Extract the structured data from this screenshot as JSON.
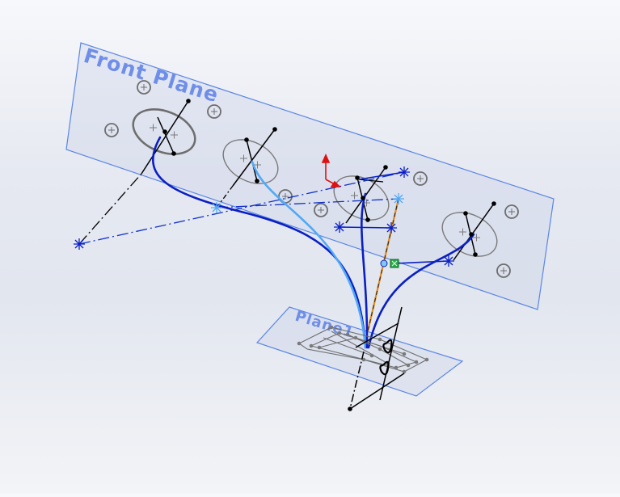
{
  "viewport": {
    "planes": [
      {
        "id": "front-plane",
        "label": "Front Plane"
      },
      {
        "id": "plane1",
        "label": "Plane1"
      }
    ],
    "colors": {
      "plane_border": "#5b86e5",
      "plane_fill": "#c8d0e8",
      "guide_curve_dark": "#0a1fc4",
      "guide_curve_light": "#52a9f5",
      "sketch_gray": "#6e6e6e",
      "point_black": "#000000",
      "axis_red": "#e01010",
      "handle_green": "#2ea84a",
      "centerline_orange": "#e08a1e"
    },
    "icons": [
      "origin-triad-icon",
      "selection-handle-icon",
      "sketch-point-icon",
      "circle-cross-icon"
    ]
  }
}
